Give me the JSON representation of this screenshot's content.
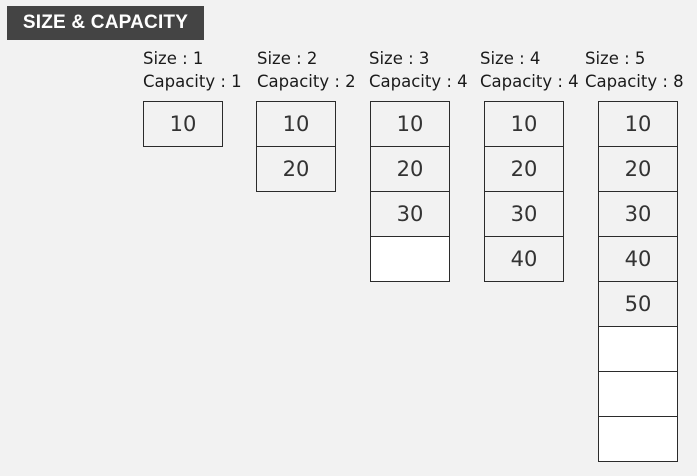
{
  "title": "SIZE & CAPACITY",
  "columns": [
    {
      "size": "Size : 1",
      "capacity": "Capacity : 1",
      "values": [
        "10"
      ],
      "empty_slots": 0
    },
    {
      "size": "Size : 2",
      "capacity": "Capacity : 2",
      "values": [
        "10",
        "20"
      ],
      "empty_slots": 0
    },
    {
      "size": "Size : 3",
      "capacity": "Capacity : 4",
      "values": [
        "10",
        "20",
        "30"
      ],
      "empty_slots": 1
    },
    {
      "size": "Size : 4",
      "capacity": "Capacity : 4",
      "values": [
        "10",
        "20",
        "30",
        "40"
      ],
      "empty_slots": 0
    },
    {
      "size": "Size : 5",
      "capacity": "Capacity : 8",
      "values": [
        "10",
        "20",
        "30",
        "40",
        "50"
      ],
      "empty_slots": 3
    }
  ],
  "colors": {
    "background": "#f2f2f2",
    "title_background": "#444444",
    "title_text": "#ffffff",
    "filled_cell": "#f2f2f2",
    "empty_cell": "#ffffff",
    "border": "#2b2b2b"
  }
}
